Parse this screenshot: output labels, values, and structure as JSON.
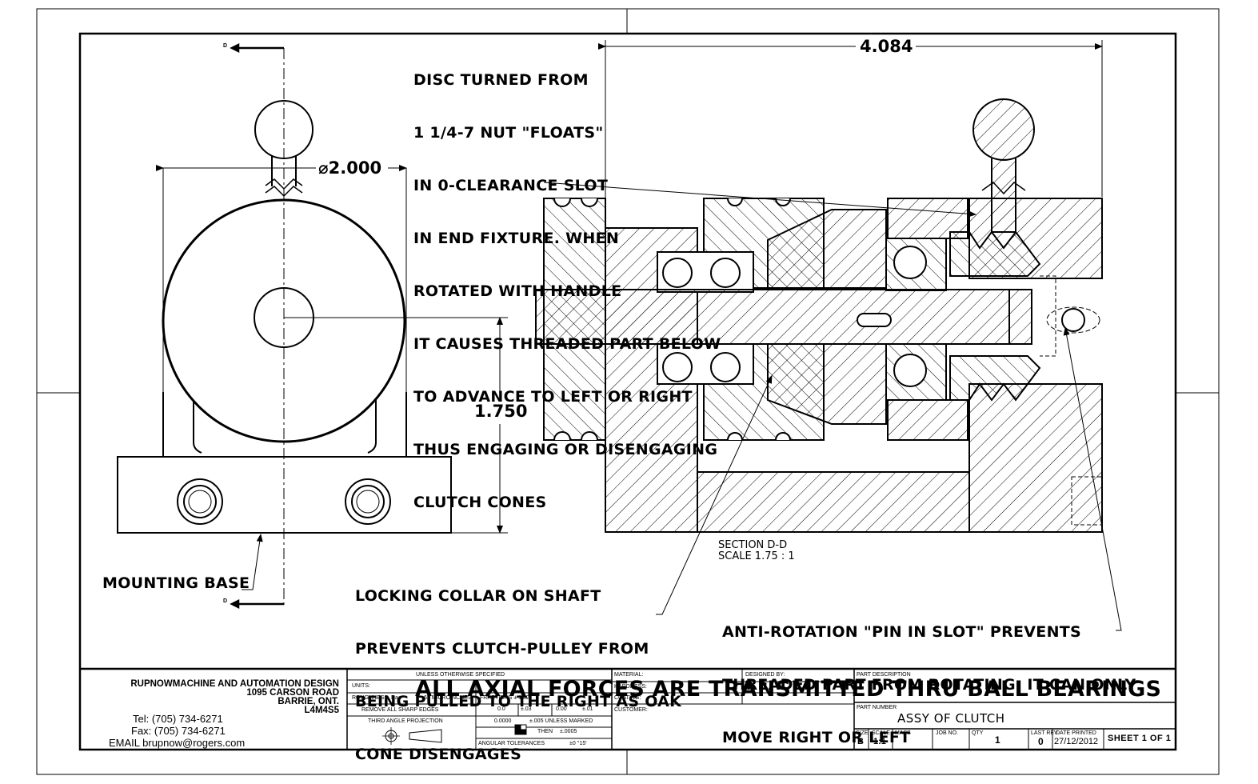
{
  "notes": {
    "disc": [
      "DISC TURNED FROM",
      "1 1/4-7 NUT \"FLOATS\"",
      "IN 0-CLEARANCE SLOT",
      "IN END FIXTURE. WHEN",
      "ROTATED WITH HANDLE",
      "IT CAUSES THREADED PART BELOW",
      "TO ADVANCE TO LEFT OR RIGHT",
      "THUS ENGAGING OR DISENGAGING",
      "CLUTCH CONES"
    ],
    "collar": [
      "LOCKING COLLAR ON SHAFT",
      "PREVENTS CLUTCH-PULLEY FROM",
      "BEING PULLED TO THE RIGHT AS OAK",
      "CONE DISENGAGES"
    ],
    "anti_rotation": [
      "ANTI-ROTATION \"PIN IN SLOT\" PREVENTS",
      "THREADED PART FROM ROTATING. IT CAN ONLY",
      "MOVE RIGHT OR LEFT"
    ],
    "mounting_base": "MOUNTING BASE"
  },
  "dimensions": {
    "diameter": "2.000",
    "diameter_symbol": "⌀",
    "height": "1.750",
    "length": "4.084"
  },
  "section": {
    "label": "SECTION D-D",
    "scale": "SCALE 1.75 : 1",
    "marker": "D"
  },
  "title_block": {
    "company": [
      "RUPNOWMACHINE AND AUTOMATION DESIGN",
      "1095 CARSON ROAD",
      "BARRIE, ONT.",
      "L4M4S5"
    ],
    "contact": [
      "Tel: (705) 734-6271",
      "Fax: (705) 734-6271",
      "EMAIL brupnow@rogers.com"
    ],
    "banner": "ALL AXIAL FORCES ARE TRANSMITTED THRU BALL BEARINGS",
    "unless_specified": "UNLESS OTHERWISE SPECIFIED",
    "units_label": "UNITS:",
    "roughness_label": "ROUGHNESS, Ra:",
    "roughness_value": "63 MICROINCHES",
    "remove_edges": "REMOVE ALL SHARP EDGES",
    "projection": "THIRD ANGLE PROJECTION",
    "fractions": "FRACTIONS ± 1/32",
    "tol_rows": [
      [
        "0.0",
        "±.03",
        "0.00",
        "±.01"
      ]
    ],
    "tol_fine": "0.0000",
    "tol_fine_val": "±.005 UNLESS MARKED",
    "then_label": "THEN",
    "then_val": "±.0005",
    "angular": "ANGULAR TOLERANCES",
    "angular_val": "±0 °15'",
    "material_label": "MATERIAL:",
    "hardness_label": "HARDNESS:",
    "coating_label": "COATING:",
    "customer_label": "CUSTOMER:",
    "designed_by_label": "DESIGNED BY:",
    "part_desc_label": "PART DESCRIPTION",
    "part_number_label": "PART NUMBER",
    "part_number": "ASSY OF CLUTCH",
    "size_label": "SIZE",
    "size": "B",
    "scale_label": "SCALE",
    "scale": "1:1",
    "mass_label": "MASS",
    "job_label": "JOB NO.",
    "qty_label": "QTY",
    "qty": "1",
    "rev_label": "LAST REV",
    "rev": "0",
    "date_label": "DATE PRINTED",
    "date": "27/12/2012",
    "sheet": "SHEET 1 OF 1"
  }
}
